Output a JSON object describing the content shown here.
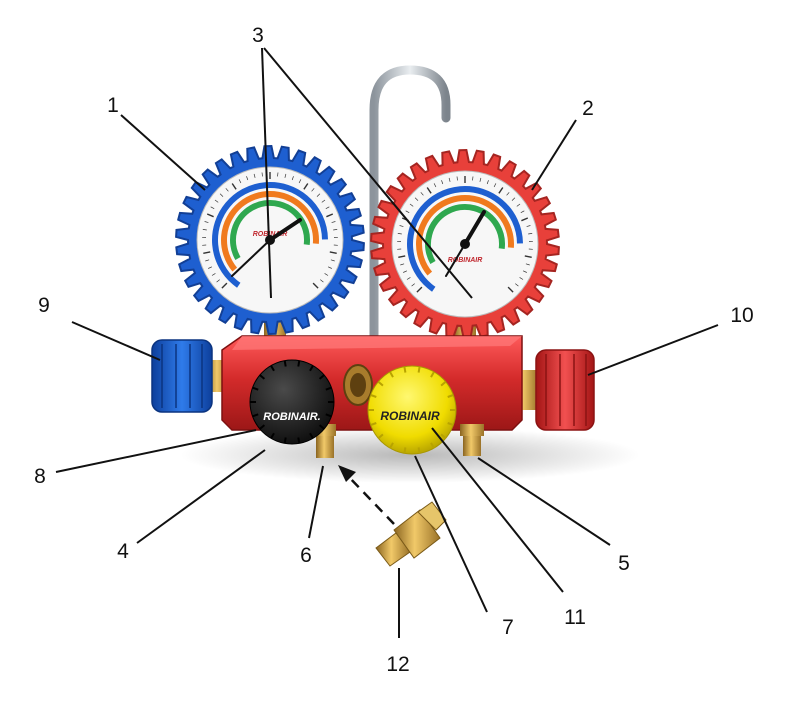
{
  "callouts": {
    "c1": "1",
    "c2": "2",
    "c3": "3",
    "c4": "4",
    "c5": "5",
    "c6": "6",
    "c7": "7",
    "c8": "8",
    "c9": "9",
    "c10": "10",
    "c11": "11",
    "c12": "12"
  },
  "brand": {
    "black_knob": "ROBINAIR.",
    "yellow_knob": "ROBINAIR",
    "gauge_logo": "ROBINAIR"
  },
  "colors": {
    "low_side_blue": "#1e5fd0",
    "high_side_red": "#e8403a",
    "manifold_red": "#d42b2b",
    "knob_black": "#1a1a1a",
    "knob_yellow": "#f5e400",
    "brass": "#c99a3a",
    "zone_green": "#2fa84f",
    "zone_orange": "#f07a1e"
  }
}
